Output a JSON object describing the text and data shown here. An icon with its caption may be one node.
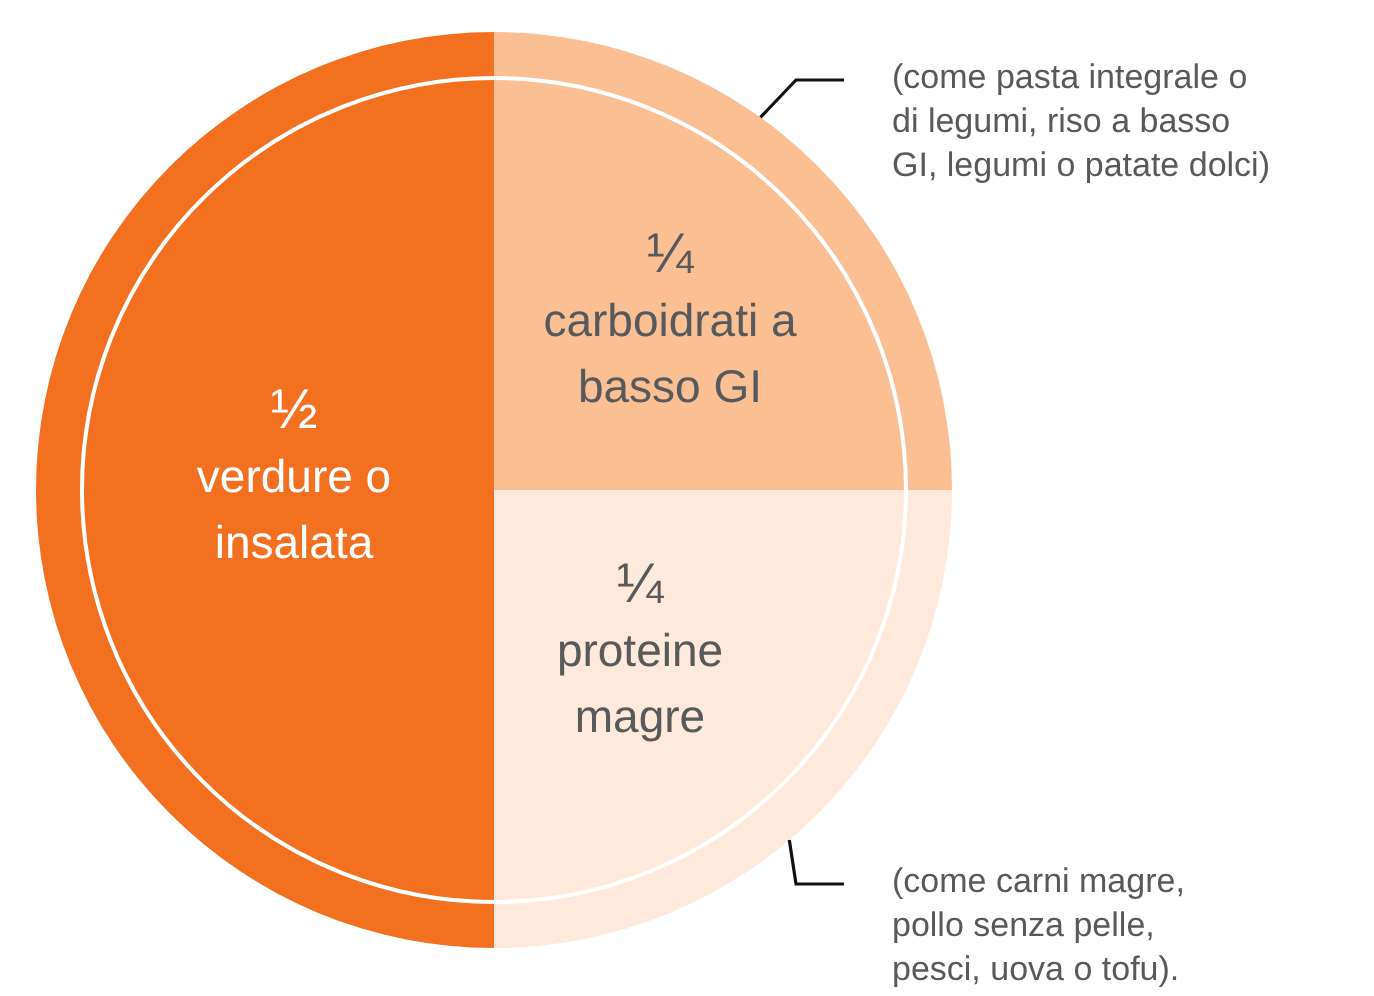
{
  "diagram": {
    "nodes": [
      {
        "text": [
          "½",
          "verdure o insalata"
        ]
      },
      {
        "text": [
          "¼",
          "carboidrati a basso GI"
        ]
      },
      {
        "text": [
          "¼",
          "proteine magre"
        ]
      },
      {
        "text": [
          "(come pasta integrale o di legumi, riso a basso GI, legumi o patate dolci)"
        ]
      },
      {
        "text": [
          "(come carni magre, pollo senza pelle, pesci, uova o tofu)."
        ]
      }
    ],
    "edges": [
      {
        "from": 3,
        "to": 1,
        "arrow": "none"
      },
      {
        "from": 4,
        "to": 2,
        "arrow": "none"
      }
    ]
  }
}
